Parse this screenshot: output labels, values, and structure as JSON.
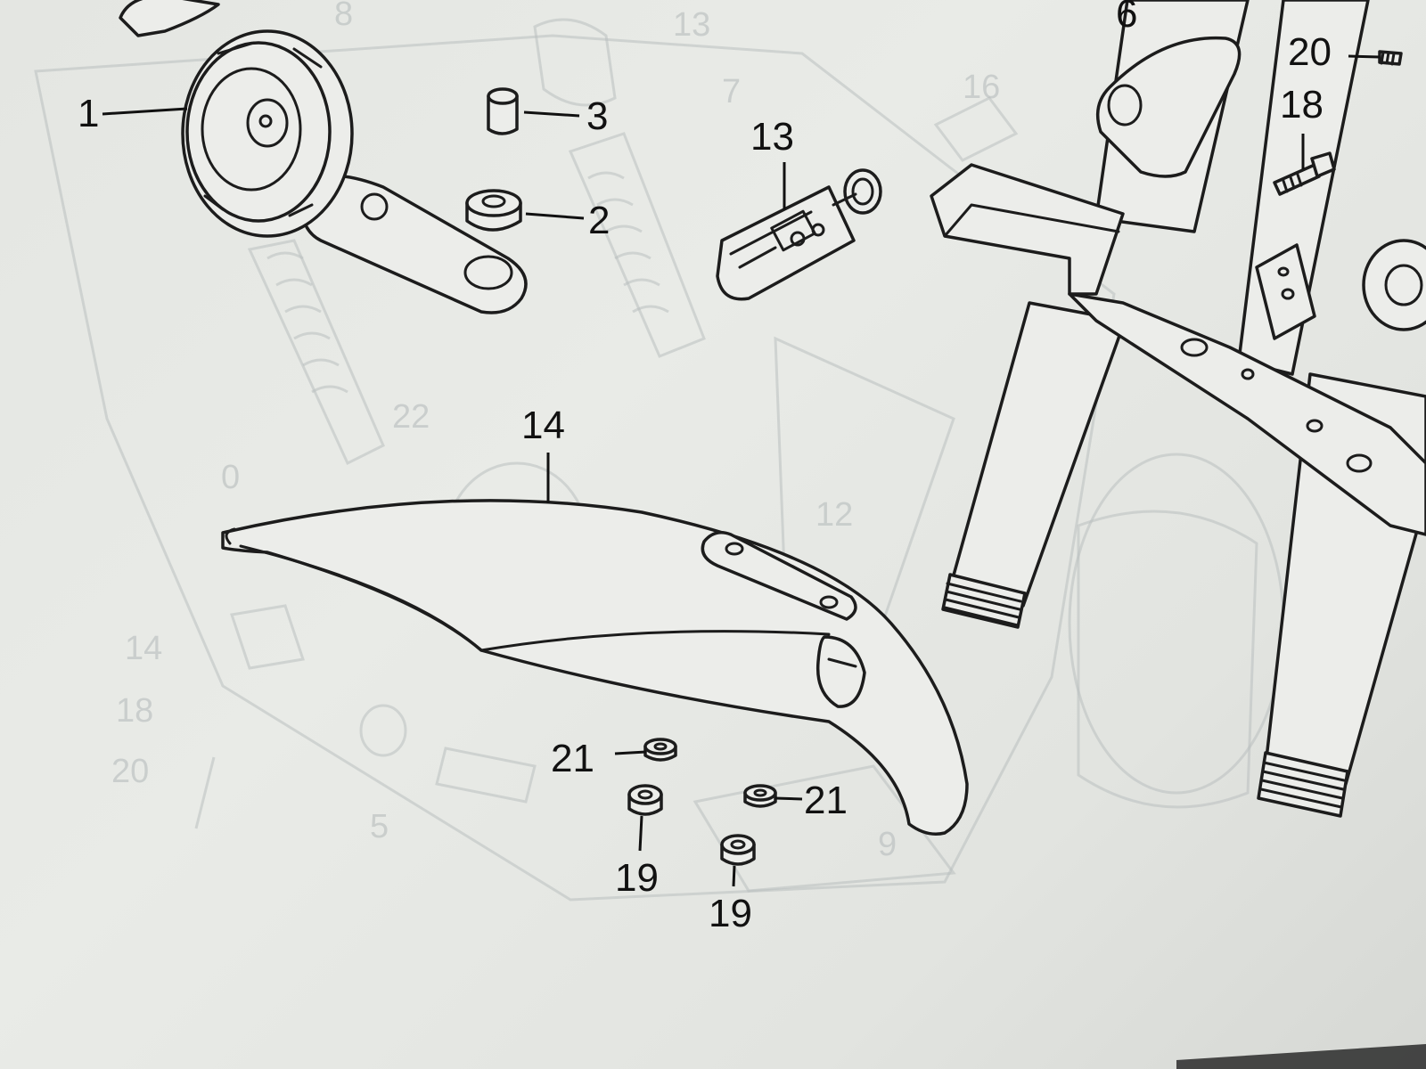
{
  "callouts": {
    "c1": "1",
    "c2": "2",
    "c3": "3",
    "c6": "6",
    "c13": "13",
    "c14": "14",
    "c18": "18",
    "c19a": "19",
    "c19b": "19",
    "c20": "20",
    "c21a": "21",
    "c21b": "21"
  },
  "background_labels": {
    "b8": "8",
    "b13": "13",
    "b7": "7",
    "b16": "16",
    "b22": "22",
    "b01": "0",
    "b12": "12",
    "b14": "14",
    "b18": "18",
    "b20": "20",
    "b5": "5",
    "b9": "9"
  },
  "colors": {
    "paper": "#e9ebe7",
    "ink": "#1c1c1c",
    "ghost_ink": "#b9c0bf"
  }
}
